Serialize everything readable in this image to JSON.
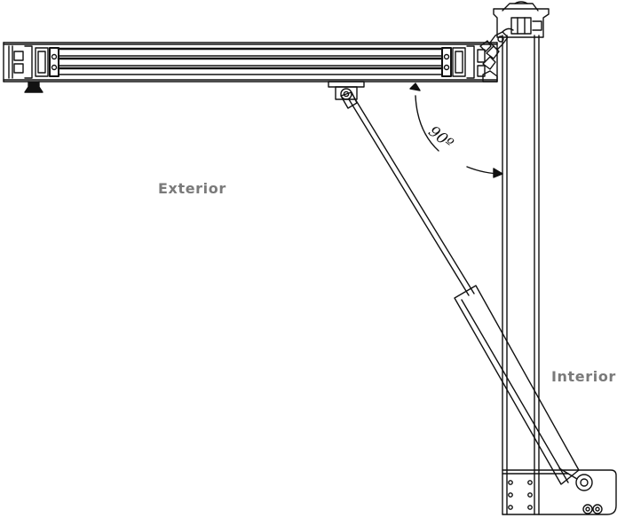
{
  "labels": {
    "exterior": "Exterior",
    "interior": "Interior",
    "angle": "90º"
  },
  "colors": {
    "line": "#111111",
    "label": "#7a7a7a",
    "background": "#ffffff"
  }
}
